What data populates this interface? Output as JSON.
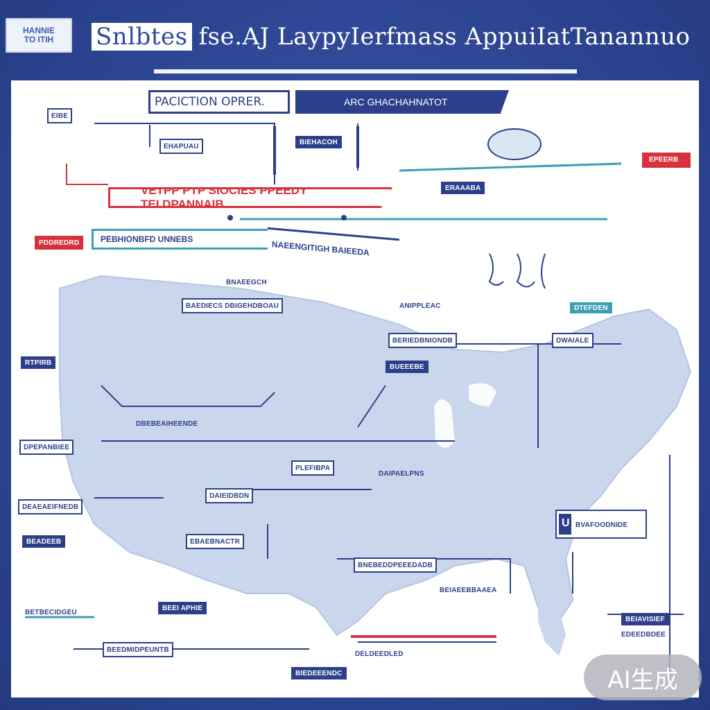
{
  "badge": {
    "line1": "HANNIE",
    "line2": "TO ITIH"
  },
  "title": {
    "part1": "Snlbtes",
    "part2": "fse.AJ LaypyIerfmass AppuiIatTanannuo"
  },
  "ribbon": {
    "left": "PACICTION OPRER.",
    "right": "ARC GHACHAHNATOT"
  },
  "red_banner": "VETPP PTP SIOCIES PPEEDY  TEI.DPANNAIB",
  "teal_banner_left": "PEBHIONBFD UNNEBS",
  "teal_banner_right": "NAEENGITIGH BAIEEDA",
  "labels": {
    "tl_small": "EIBE",
    "top_box": "EHAPUAU",
    "grid_label": "BIEHACOH",
    "right_red": "EPEERB",
    "right_dark": "ERAAABA",
    "left_red": "PDDREDRD",
    "left_dark": "RTPIRB",
    "mid_a": "BAEDIECS DBIGEHDBOAU",
    "mid_b": "BNAEEGCH",
    "mid_c": "ANIPPLEAC",
    "east_a": "BERIEDBNIONDB",
    "east_b": "DTEFDEN",
    "east_c": "DWAIALE",
    "east_d": "BUEEEBE",
    "west_a": "DPEPANBIEE",
    "west_b": "DEAEAEIFNEDB",
    "west_c": "DBEBEAIHEENDE",
    "west_d": "BEADEEB",
    "center_a": "PLEFIBPA",
    "center_b": "DAIPAELPNS",
    "center_c": "DAIEIDBDN",
    "center_d": "EBAEBNACTR",
    "south_a": "BNEBEDDPEEEDADB",
    "south_b": "BEIAEEBBAAEA",
    "south_c": "BEEDMIDPEUNTB",
    "south_d": "BEEI APHIE",
    "south_e": "BIEDEEENDC",
    "sw_a": "BETBECIDGEU",
    "sw_b": "DELDEEDLED",
    "se_a": "BEIAVISIEF",
    "se_b": "EDEEDBDEE",
    "box_u": "U",
    "box_u_text": "BVAFOODNIDE"
  },
  "watermark": "AI生成",
  "colors": {
    "navy": "#2c3f8a",
    "red": "#d8313d",
    "teal": "#3aa0b6",
    "land": "#c9d6ec"
  }
}
